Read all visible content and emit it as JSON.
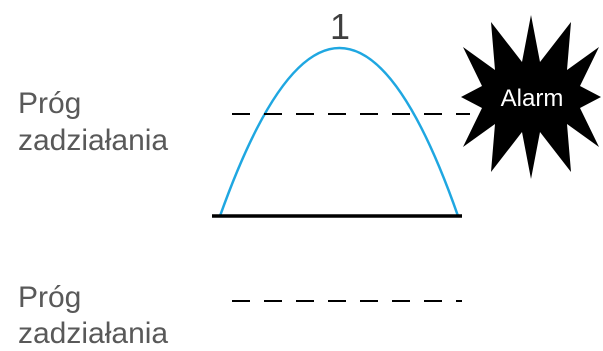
{
  "labels": {
    "threshold_top_line1": "Próg",
    "threshold_top_line2": "zadziałania",
    "threshold_bottom_line1": "Próg",
    "threshold_bottom_line2": "zadziałania",
    "peak": "1",
    "alarm": "Alarm"
  },
  "colors": {
    "curve": "#1fa7e1",
    "baseline": "#000000",
    "threshold_line": "#000000",
    "burst": "#000000",
    "label_text": "#595959",
    "peak_text": "#3f3f3f",
    "alarm_text": "#ffffff"
  }
}
